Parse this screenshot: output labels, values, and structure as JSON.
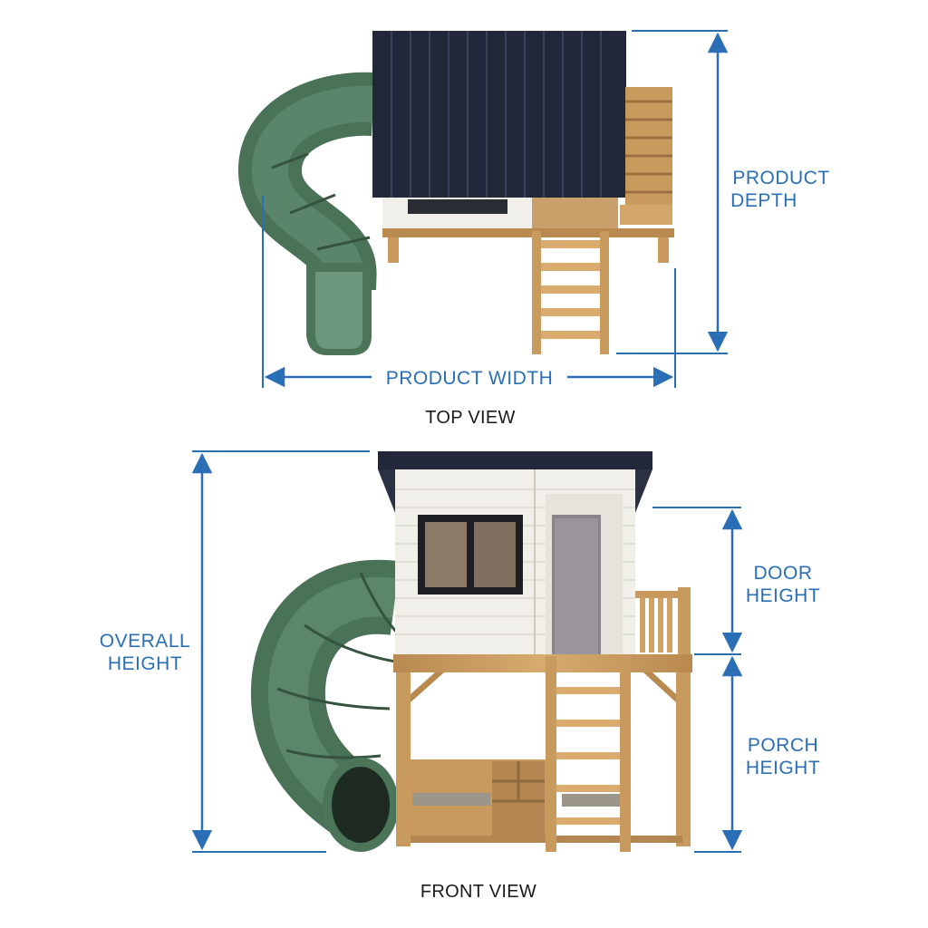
{
  "top_view": {
    "caption": "TOP VIEW",
    "width_label": "PRODUCT WIDTH",
    "depth_label_line1": "PRODUCT",
    "depth_label_line2": "DEPTH"
  },
  "front_view": {
    "caption": "FRONT VIEW",
    "overall_label_line1": "OVERALL",
    "overall_label_line2": "HEIGHT",
    "door_label_line1": "DOOR",
    "door_label_line2": "HEIGHT",
    "porch_label_line1": "PORCH",
    "porch_label_line2": "HEIGHT"
  },
  "colors": {
    "dimension_blue": "#2a6fb5",
    "roof": "#22283a",
    "wood": "#c99a5e",
    "slide": "#4f7a5e",
    "siding": "#f1efe9"
  }
}
